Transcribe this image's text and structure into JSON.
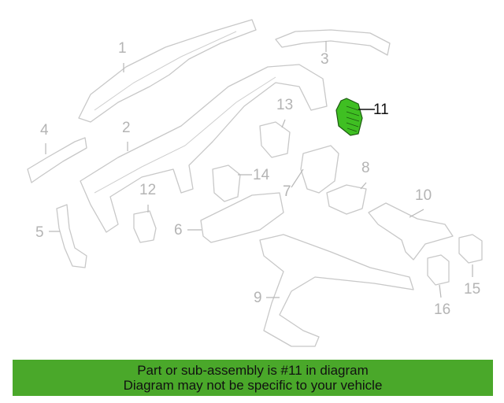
{
  "diagram": {
    "callouts": [
      {
        "number": "1"
      },
      {
        "number": "2"
      },
      {
        "number": "3"
      },
      {
        "number": "4"
      },
      {
        "number": "5"
      },
      {
        "number": "6"
      },
      {
        "number": "7"
      },
      {
        "number": "8"
      },
      {
        "number": "9"
      },
      {
        "number": "10"
      },
      {
        "number": "11"
      },
      {
        "number": "12"
      },
      {
        "number": "13"
      },
      {
        "number": "14"
      },
      {
        "number": "15"
      },
      {
        "number": "16"
      }
    ],
    "highlighted_part": "11",
    "highlight_color": "#3fbf22"
  },
  "banner": {
    "line1": "Part or sub-assembly is #11 in diagram",
    "line2": "Diagram may not be specific to your vehicle",
    "color": "#4aa82a"
  }
}
